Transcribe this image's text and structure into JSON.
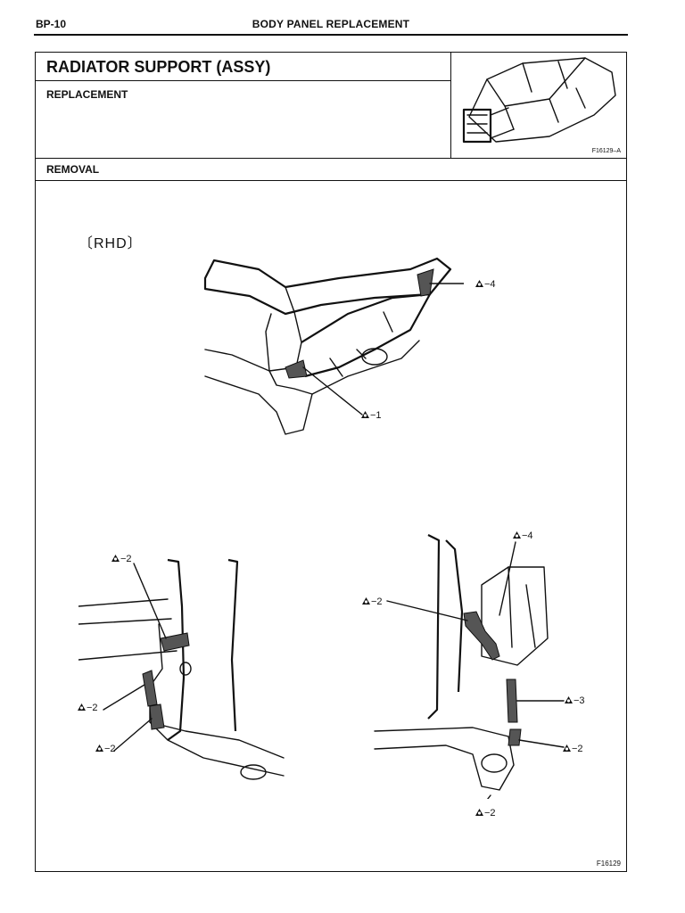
{
  "header": {
    "page_code": "BP-10",
    "section": "BODY PANEL REPLACEMENT"
  },
  "title": "RADIATOR SUPPORT (ASSY)",
  "subtitle": "REPLACEMENT",
  "thumbnail_code": "F16129–A",
  "step": "REMOVAL",
  "variant_label": "〔RHD〕",
  "figure_code": "F16129",
  "callouts": [
    {
      "id": "top-4",
      "text": "−4"
    },
    {
      "id": "top-1",
      "text": "−1"
    },
    {
      "id": "left-a",
      "text": "−2"
    },
    {
      "id": "left-b",
      "text": "−2"
    },
    {
      "id": "left-c",
      "text": "−2"
    },
    {
      "id": "right-4",
      "text": "−4"
    },
    {
      "id": "right-2a",
      "text": "−2"
    },
    {
      "id": "right-3",
      "text": "−3"
    },
    {
      "id": "right-2b",
      "text": "−2"
    },
    {
      "id": "right-2c",
      "text": "−2"
    }
  ]
}
